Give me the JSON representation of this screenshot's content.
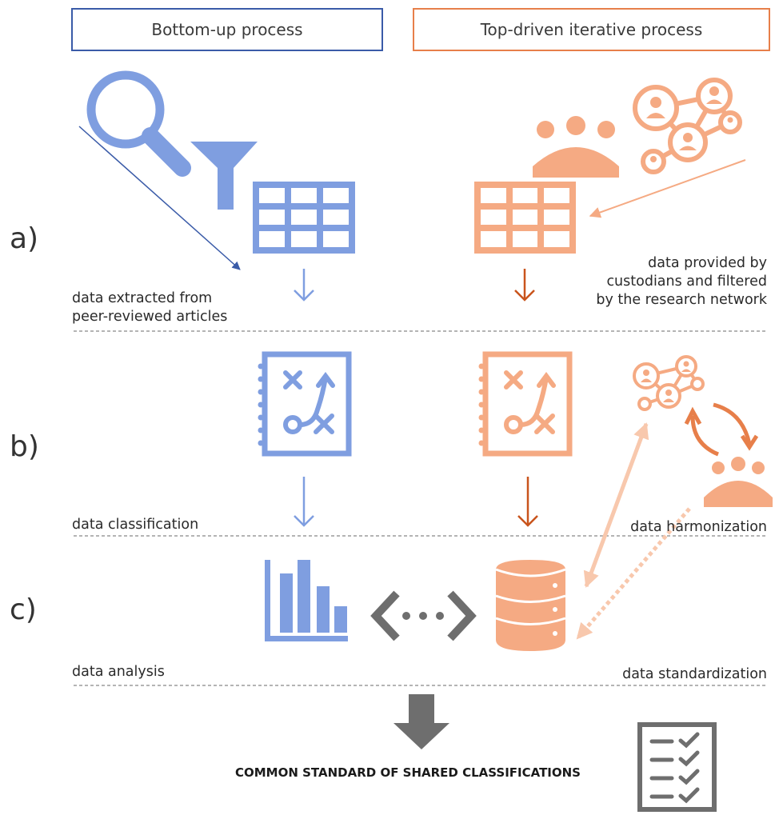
{
  "headers": {
    "left": "Bottom-up process",
    "right": "Top-driven iterative process"
  },
  "rows": {
    "a": "a)",
    "b": "b)",
    "c": "c)"
  },
  "captions": {
    "extracted_line1": "data extracted from",
    "extracted_line2": "peer-reviewed articles",
    "provided_line1": "data provided by",
    "provided_line2": "custodians and filtered",
    "provided_line3": "by the research network",
    "classification": "data classification",
    "harmonization": "data harmonization",
    "analysis": "data analysis",
    "standardization": "data standardization"
  },
  "final": {
    "title": "COMMON STANDARD OF SHARED CLASSIFICATIONS"
  },
  "colors": {
    "blue": "#7f9ee0",
    "blue_dark": "#3a5ba8",
    "orange": "#f5aa83",
    "orange_dark": "#c9541c",
    "gray": "#6e6e6e"
  },
  "icons": {
    "magnifier": "search-icon",
    "funnel": "filter-icon",
    "table": "table-icon",
    "playbook": "strategy-board-icon",
    "team": "group-of-people-icon",
    "network": "people-network-icon",
    "cycle": "cycle-arrows-icon",
    "bar_chart": "bar-chart-icon",
    "connector": "code-connector-icon",
    "database": "database-icon",
    "checklist": "checklist-icon"
  }
}
